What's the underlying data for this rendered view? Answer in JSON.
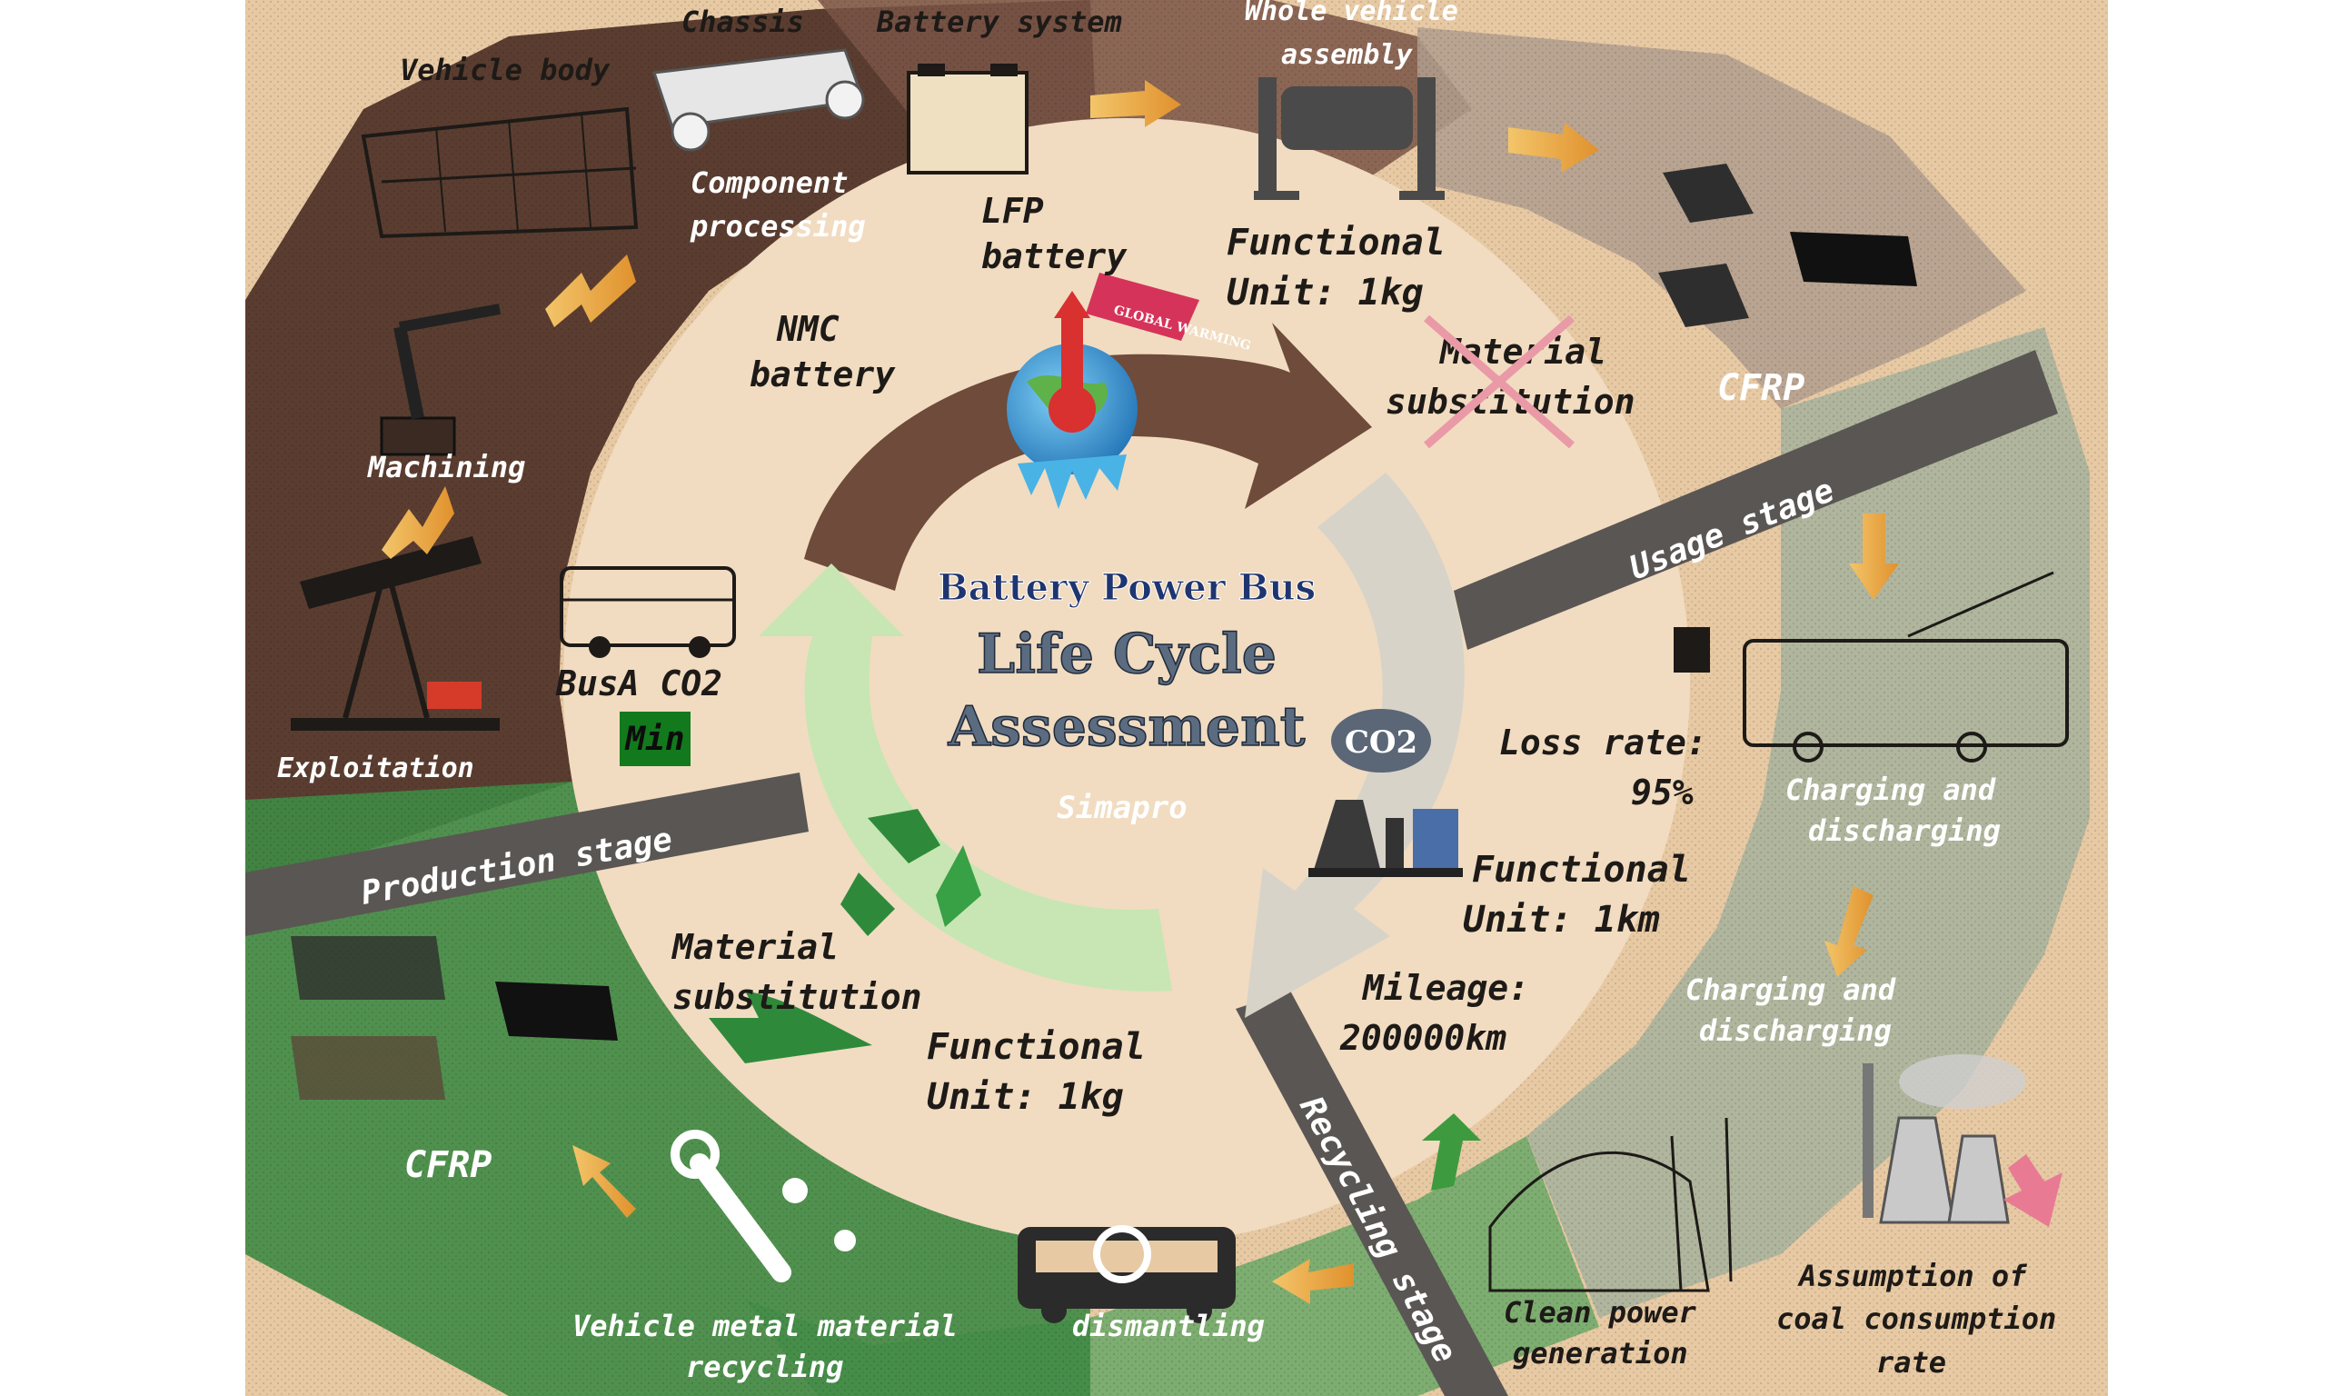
{
  "center": {
    "line1": "Battery Power Bus",
    "line2": "Life Cycle",
    "line3": "Assessment",
    "software": "Simapro"
  },
  "stages": {
    "production": "Production stage",
    "usage": "Usage stage",
    "recycling": "Recycling stage"
  },
  "production": {
    "exploitation": "Exploitation",
    "machining": "Machining",
    "vehicle_body": "Vehicle body",
    "chassis": "Chassis",
    "battery_system": "Battery system",
    "component_processing_1": "Component",
    "component_processing_2": "processing",
    "whole_vehicle_1": "Whole vehicle",
    "whole_vehicle_2": "assembly",
    "cfrp": "CFRP"
  },
  "inner": {
    "lfp_1": "LFP",
    "lfp_2": "battery",
    "nmc_1": "NMC",
    "nmc_2": "battery",
    "fu_kg_top_1": "Functional",
    "fu_kg_top_2": "Unit:  1kg",
    "material_sub_top_1": "Material",
    "material_sub_top_2": "substitution",
    "busa_co2": "BusA CO2",
    "min": "Min",
    "loss_rate_1": "Loss rate:",
    "loss_rate_2": "95%",
    "fu_km_1": "Functional",
    "fu_km_2": "Unit:  1km",
    "mileage_1": "Mileage:",
    "mileage_2": "200000km",
    "fu_kg_bottom_1": "Functional",
    "fu_kg_bottom_2": "Unit:  1kg",
    "material_sub_bottom_1": "Material",
    "material_sub_bottom_2": "substitution",
    "global_warming": "GLOBAL WARMING",
    "co2_badge": "CO2"
  },
  "usage": {
    "charging_1a": "Charging and",
    "charging_1b": "discharging",
    "charging_2a": "Charging and",
    "charging_2b": "discharging",
    "coal_1": "Assumption of",
    "coal_2": "coal consumption",
    "coal_3": "rate",
    "clean_1": "Clean power",
    "clean_2": "generation"
  },
  "recycling": {
    "dismantling": "dismantling",
    "metal_1": "Vehicle metal material",
    "metal_2": "recycling",
    "cfrp": "CFRP"
  },
  "colors": {
    "paper": "#e7c9a3",
    "brown_dark": "#4a2d24",
    "brown_mid": "#7a5547",
    "taupe": "#b09d8e",
    "grey_green": "#a6b29c",
    "green_dark": "#3f8a45",
    "green_mid": "#6aa867",
    "inner_ring": "#f1dcc1",
    "band": "#5a5654",
    "arrow_brown": "#6e4b3b",
    "arrow_light": "#d7d3c8",
    "arrow_green": "#c7e6b3",
    "orange_arrow": "#e8a33d",
    "title_blue": "#1f3570"
  }
}
